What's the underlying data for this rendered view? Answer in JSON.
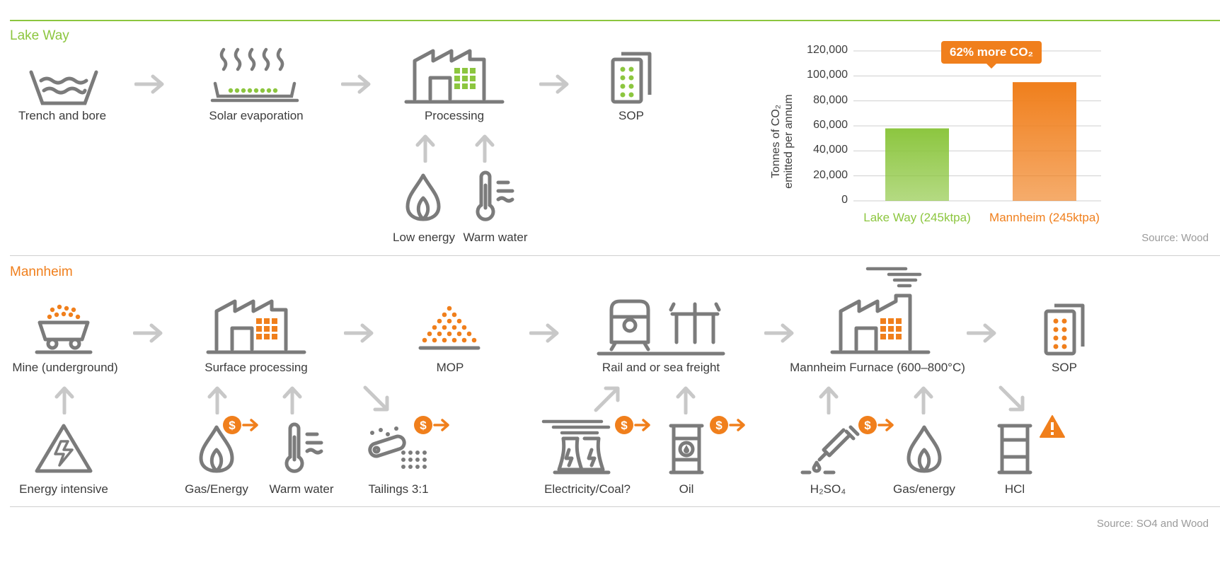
{
  "lake_way": {
    "title": "Lake Way",
    "steps": [
      "Trench and bore",
      "Solar evaporation",
      "Processing",
      "SOP"
    ],
    "inputs": [
      "Low energy",
      "Warm water"
    ]
  },
  "mannheim": {
    "title": "Mannheim",
    "steps": [
      "Mine (underground)",
      "Surface processing",
      "MOP",
      "Rail and or sea freight",
      "Mannheim Furnace (600–800°C)",
      "SOP"
    ],
    "inputs": [
      "Energy intensive",
      "Gas/Energy",
      "Warm water",
      "Tailings 3:1",
      "Electricity/Coal?",
      "Oil",
      "H₂SO₄",
      "Gas/energy",
      "HCl"
    ]
  },
  "chart_data": {
    "type": "bar",
    "categories": [
      "Lake Way (245ktpa)",
      "Mannheim (245ktpa)"
    ],
    "values": [
      58000,
      95000
    ],
    "ylabel_line1": "Tonnes of CO₂",
    "ylabel_line2": "emitted per annum",
    "yticks": [
      "0",
      "20,000",
      "40,000",
      "60,000",
      "80,000",
      "100,000",
      "120,000"
    ],
    "ylim": [
      0,
      120000
    ],
    "annotation": "62% more CO₂",
    "source": "Source: Wood",
    "colors": [
      "#8cc63f",
      "#f07f1c"
    ]
  },
  "footer": {
    "source": "Source: SO4 and Wood"
  },
  "colors": {
    "green": "#8cc63f",
    "orange": "#f07f1c",
    "grey": "#7b7b7b",
    "arrow": "#c8c8c8"
  }
}
